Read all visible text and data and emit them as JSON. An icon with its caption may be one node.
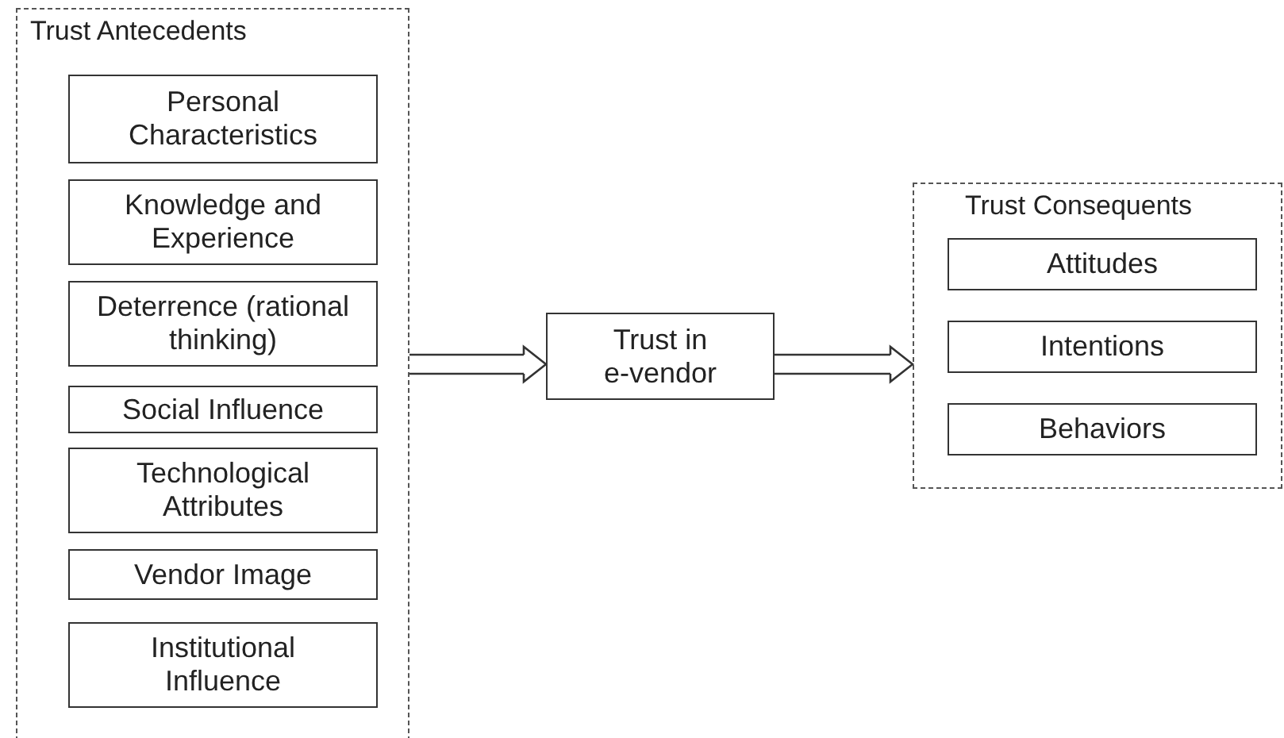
{
  "diagram": {
    "nodes": [
      {
        "text": [
          "Trust Antecedents"
        ]
      },
      {
        "text": [
          "Personal Characteristics"
        ],
        "in": 0
      },
      {
        "text": [
          "Knowledge and Experience"
        ],
        "in": 0
      },
      {
        "text": [
          "Deterrence (rational thinking)"
        ],
        "in": 0
      },
      {
        "text": [
          "Social Influence"
        ],
        "in": 0
      },
      {
        "text": [
          "Technological Attributes"
        ],
        "in": 0
      },
      {
        "text": [
          "Vendor Image"
        ],
        "in": 0
      },
      {
        "text": [
          "Institutional Influence"
        ],
        "in": 0
      },
      {
        "text": [
          "Trust in e-vendor"
        ]
      },
      {
        "text": [
          "Trust Consequents"
        ]
      },
      {
        "text": [
          "Attitudes"
        ],
        "in": 9
      },
      {
        "text": [
          "Intentions"
        ],
        "in": 9
      },
      {
        "text": [
          "Behaviors"
        ],
        "in": 9
      }
    ],
    "edges": [
      {
        "from": 0,
        "to": 8,
        "arrow": "to"
      },
      {
        "from": 8,
        "to": 9,
        "arrow": "to"
      }
    ]
  }
}
